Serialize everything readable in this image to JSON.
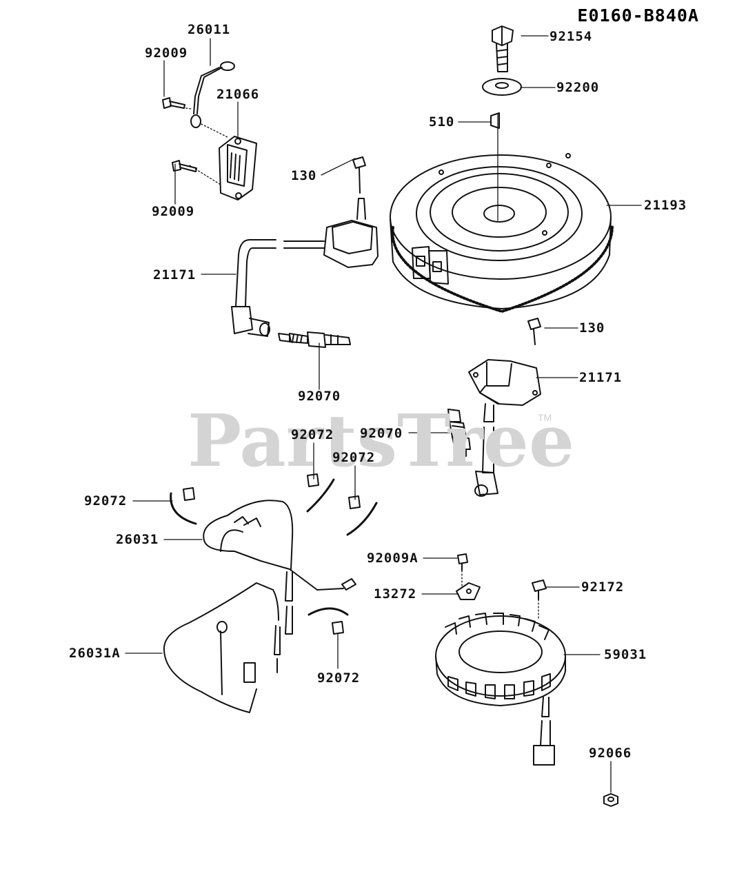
{
  "diagram_code": "E0160-B840A",
  "watermark": {
    "text": "PartsTree",
    "trademark": "TM"
  },
  "colors": {
    "line": "#111111",
    "watermark": "#d4d4d4",
    "background": "#ffffff"
  },
  "parts": {
    "p26011": "26011",
    "p92009_top": "92009",
    "p21066": "21066",
    "p92009_mid": "92009",
    "p130_top": "130",
    "p21171_left": "21171",
    "p92070_left": "92070",
    "p92154": "92154",
    "p92200": "92200",
    "p510": "510",
    "p21193": "21193",
    "p130_right": "130",
    "p21171_right": "21171",
    "p92070_right": "92070",
    "p92072_a": "92072",
    "p92072_b": "92072",
    "p92072_c": "92072",
    "p92072_d": "92072",
    "p26031": "26031",
    "p26031A": "26031A",
    "p92009A": "92009A",
    "p13272": "13272",
    "p92172": "92172",
    "p59031": "59031",
    "p92066": "92066"
  }
}
